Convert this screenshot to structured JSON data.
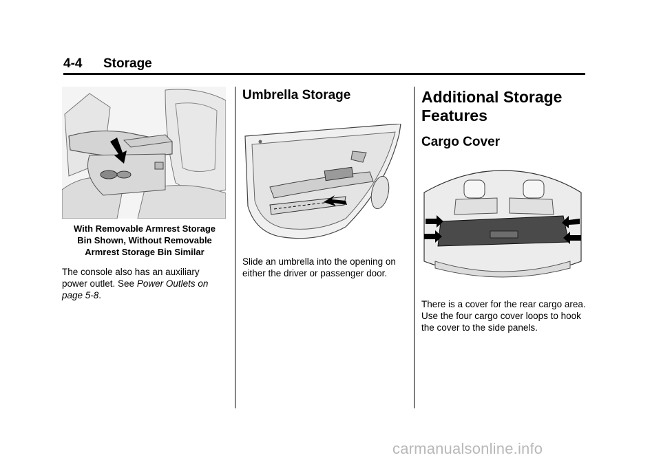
{
  "header": {
    "page_number": "4-4",
    "section_title": "Storage"
  },
  "column1": {
    "caption_lines": [
      "With Removable Armrest Storage",
      "Bin Shown, Without Removable",
      "Armrest Storage Bin Similar"
    ],
    "body_prefix": "The console also has an auxiliary power outlet. See ",
    "body_link": "Power Outlets on page 5-8",
    "body_suffix": "."
  },
  "column2": {
    "heading": "Umbrella Storage",
    "body": "Slide an umbrella into the opening on either the driver or passenger door."
  },
  "column3": {
    "heading_line1": "Additional Storage",
    "heading_line2": "Features",
    "subheading": "Cargo Cover",
    "body": "There is a cover for the rear cargo area. Use the four cargo cover loops to hook the cover to the side panels."
  },
  "footer": {
    "watermark": "carmanualsonline.info"
  }
}
